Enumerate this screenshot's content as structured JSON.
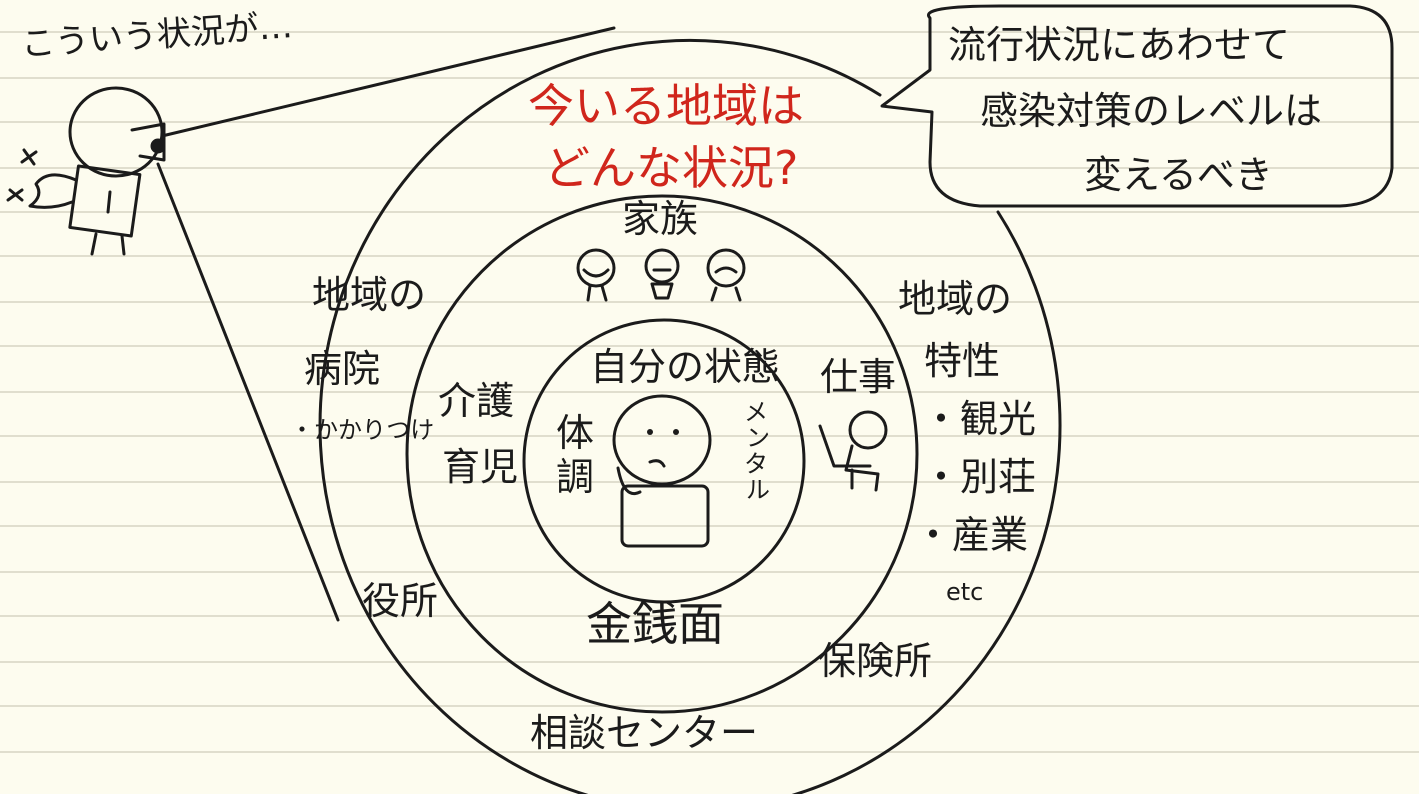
{
  "colors": {
    "paper": "#fdfcef",
    "ruled_line": "#d7d4c4",
    "ink": "#1b1b1b",
    "accent": "#d0261c"
  },
  "observer_caption": "こういう状況が…",
  "speech_bubble": [
    "流行状況にあわせて",
    "感染対策のレベルは",
    "変えるべき"
  ],
  "question": [
    "今いる地域は",
    "どんな状況?"
  ],
  "outer_ring": {
    "left_labels": [
      "地域の",
      "病院",
      "・かかりつけ"
    ],
    "right_labels": [
      "地域の",
      "特性",
      "・観光",
      "・別荘",
      "・産業",
      "etc"
    ],
    "bottom_left": "役所",
    "bottom_right": "保険所",
    "bottom": "相談センター"
  },
  "middle_ring": {
    "top": "家族",
    "left": [
      "介護",
      "育児"
    ],
    "right": "仕事",
    "bottom": "金銭面"
  },
  "inner_ring": {
    "top": "自分の状態",
    "left": [
      "体",
      "調"
    ],
    "right": [
      "メ",
      "ン",
      "タ",
      "ル"
    ]
  }
}
